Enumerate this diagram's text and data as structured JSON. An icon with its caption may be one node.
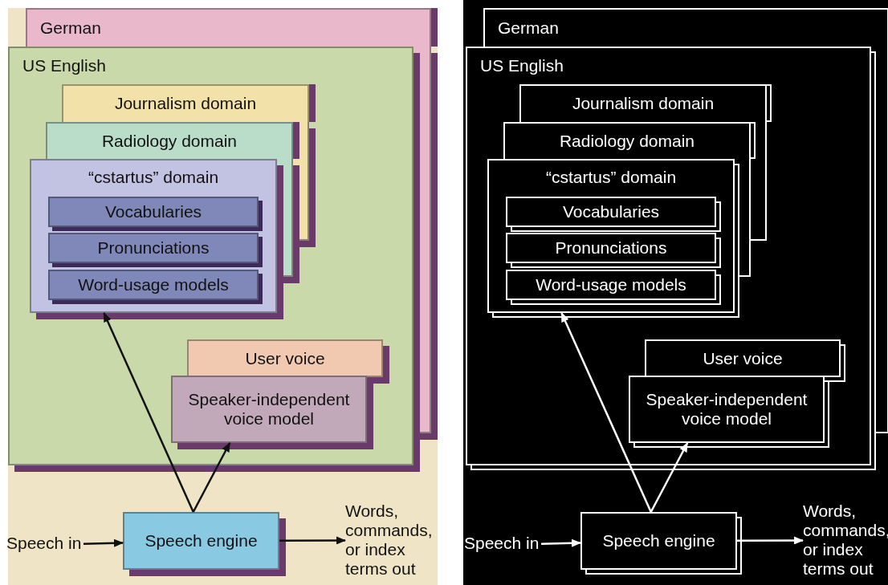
{
  "diagram": {
    "nodes": [
      {
        "text": [
          "German"
        ]
      },
      {
        "text": [
          "US English"
        ]
      },
      {
        "text": [
          "Journalism domain"
        ],
        "in": 1
      },
      {
        "text": [
          "Radiology domain"
        ],
        "in": 1
      },
      {
        "text": [
          "“cstartus” domain"
        ],
        "in": 1
      },
      {
        "text": [
          "Vocabularies"
        ],
        "in": 4
      },
      {
        "text": [
          "Pronunciations"
        ],
        "in": 4
      },
      {
        "text": [
          "Word-usage models"
        ],
        "in": 4
      },
      {
        "text": [
          "User voice"
        ],
        "in": 1
      },
      {
        "text": [
          "Speaker-independent voice model"
        ],
        "in": 1
      },
      {
        "text": [
          "Speech engine"
        ]
      },
      {
        "text": [
          "Speech in"
        ]
      },
      {
        "text": [
          "Words, commands, or index terms out"
        ]
      },
      {
        "text": [
          "German"
        ]
      },
      {
        "text": [
          "US English"
        ]
      },
      {
        "text": [
          "Journalism domain"
        ],
        "in": 14
      },
      {
        "text": [
          "Radiology domain"
        ],
        "in": 14
      },
      {
        "text": [
          "“cstartus” domain"
        ],
        "in": 14
      },
      {
        "text": [
          "Vocabularies"
        ],
        "in": 17
      },
      {
        "text": [
          "Pronunciations"
        ],
        "in": 17
      },
      {
        "text": [
          "Word-usage models"
        ],
        "in": 17
      },
      {
        "text": [
          "User voice"
        ],
        "in": 14
      },
      {
        "text": [
          "Speaker-independent voice model"
        ],
        "in": 14
      },
      {
        "text": [
          "Speech engine"
        ]
      },
      {
        "text": [
          "Speech in"
        ]
      },
      {
        "text": [
          "Words, commands, or index terms out"
        ]
      }
    ],
    "edges": [
      {
        "from": 11,
        "to": 10,
        "arrow": "to"
      },
      {
        "from": 10,
        "to": 12,
        "arrow": "to"
      },
      {
        "from": 10,
        "to": 4,
        "arrow": "to"
      },
      {
        "from": 10,
        "to": 9,
        "arrow": "to"
      },
      {
        "from": 24,
        "to": 23,
        "arrow": "to",
        "color": "#ffffff"
      },
      {
        "from": 23,
        "to": 25,
        "arrow": "to",
        "color": "#ffffff"
      },
      {
        "from": 23,
        "to": 17,
        "arrow": "to",
        "color": "#ffffff"
      },
      {
        "from": 23,
        "to": 22,
        "arrow": "to",
        "color": "#ffffff"
      }
    ]
  }
}
